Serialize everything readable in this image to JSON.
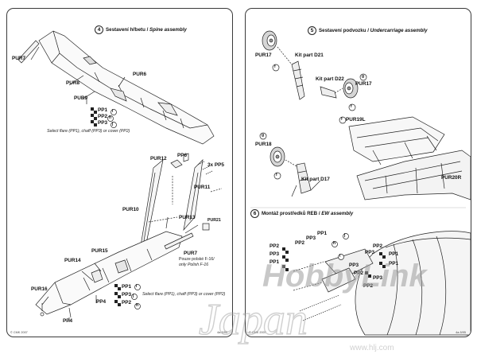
{
  "left_page": {
    "section_number": "4",
    "title_cz": "Sestavení hřbetu / ",
    "title_en": "Spine assembly",
    "labels": {
      "pur7_top": "PUR7",
      "pur8": "PUR8",
      "pur6": "PUR6",
      "pur9": "PUR9",
      "pp1_top": "PP1",
      "pp2_top": "PP2",
      "pp3_top": "PP3",
      "i_top": "i",
      "h_top": "h",
      "j_top": "j",
      "pur12": "PUR12",
      "pp6": "PP6",
      "pp5": "3x PP5",
      "pur11": "PUR11",
      "pur10": "PUR10",
      "pur13": "PUR13",
      "pur21": "PUR21",
      "pur15": "PUR15",
      "pur14": "PUR14",
      "pur7_bottom": "PUR7",
      "pur16": "PUR16",
      "pp4_a": "PP4",
      "pp4_b": "PP4",
      "pp1_bot": "PP1",
      "pp3_bot": "PP3",
      "pp2_bot": "PP2",
      "i_bot": "i",
      "j_bot": "j",
      "h_bot": "h"
    },
    "note_top": "Select flare (PP1), chaff (PP3) or cover (PP2)",
    "note_bottom": "Select flare (PP1), chaff (PP3) or cover (PP2)",
    "pur7_note_line1": "Pouze polské F-16/",
    "pur7_note_line2": "only Polish F-16",
    "footer_left": "© CMK 2007",
    "footer_right": "4a-5/95"
  },
  "right_page": {
    "section5_number": "5",
    "section5_title_cz": "Sestavení podvozku / ",
    "section5_title_en": "Undercarriage assembly",
    "section6_number": "6",
    "section6_title_cz": "Montáž prostředků REB / ",
    "section6_title_en": "EW assembly",
    "labels": {
      "pur17_a": "PUR17",
      "f_a": "f",
      "kit_d21": "Kit part D21",
      "kit_d22": "Kit part D22",
      "g_a": "g",
      "pur17_b": "PUR17",
      "f_b": "f",
      "pur19l": "PUR19L",
      "f_c": "f",
      "g_b": "g",
      "pur18": "PUR18",
      "f_d": "f",
      "kit_d17": "Kit part D17",
      "pur20r": "PUR20R",
      "pp2_a": "PP2",
      "pp3_a": "PP3",
      "pp1_a": "PP1",
      "h_a": "h",
      "j_a": "j",
      "i_a": "i",
      "pp2_b": "PP2",
      "pp3_b": "PP3",
      "pp1_b": "PP1",
      "pp3_c": "PP3",
      "pp2_c": "PP2",
      "pp1_c": "PP1",
      "pp3_d": "PP3",
      "pp2_d": "PP2",
      "pp1_d": "PP1",
      "pp3_e": "PP3",
      "pp2_e": "PP2"
    },
    "footer_left": "© CMK 2007",
    "footer_right": "4a-5/95"
  },
  "watermark": {
    "text1": "HobbyLink",
    "text2": "Japan",
    "url": "www.hlj.com"
  }
}
